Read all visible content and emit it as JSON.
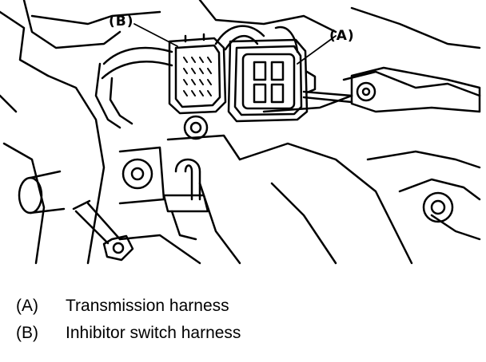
{
  "diagram": {
    "callout_a": "(A)",
    "callout_b": "(B)"
  },
  "legend": {
    "items": [
      {
        "key": "(A)",
        "label": "Transmission harness"
      },
      {
        "key": "(B)",
        "label": "Inhibitor switch harness"
      }
    ]
  },
  "colors": {
    "ink": "#000000",
    "paper": "#ffffff"
  }
}
